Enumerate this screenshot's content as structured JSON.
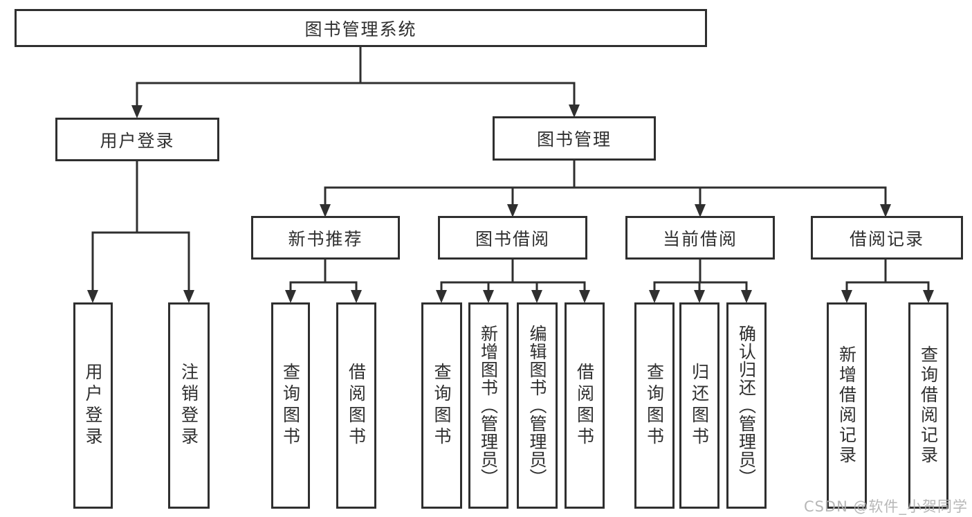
{
  "diagram": {
    "root": {
      "label": "图书管理系统"
    },
    "branches": [
      {
        "label": "用户登录",
        "children": [
          {
            "label": "用户登录"
          },
          {
            "label": "注销登录"
          }
        ]
      },
      {
        "label": "图书管理",
        "children": [
          {
            "label": "新书推荐",
            "children": [
              {
                "label": "查询图书"
              },
              {
                "label": "借阅图书"
              }
            ]
          },
          {
            "label": "图书借阅",
            "children": [
              {
                "label": "查询图书"
              },
              {
                "label": "新增图书（管理员）"
              },
              {
                "label": "编辑图书（管理员）"
              },
              {
                "label": "借阅图书"
              }
            ]
          },
          {
            "label": "当前借阅",
            "children": [
              {
                "label": "查询图书"
              },
              {
                "label": "归还图书"
              },
              {
                "label": "确认归还（管理员）"
              }
            ]
          },
          {
            "label": "借阅记录",
            "children": [
              {
                "label": "新增借阅记录"
              },
              {
                "label": "查询借阅记录"
              }
            ]
          }
        ]
      }
    ]
  },
  "watermark": {
    "text": "CSDN @软件_小贺同学"
  },
  "colors": {
    "line": "#2f2f2f",
    "box_border": "#2f2f2f",
    "text": "#2f2f2f",
    "background": "#ffffff",
    "watermark": "#b0b0b0"
  }
}
